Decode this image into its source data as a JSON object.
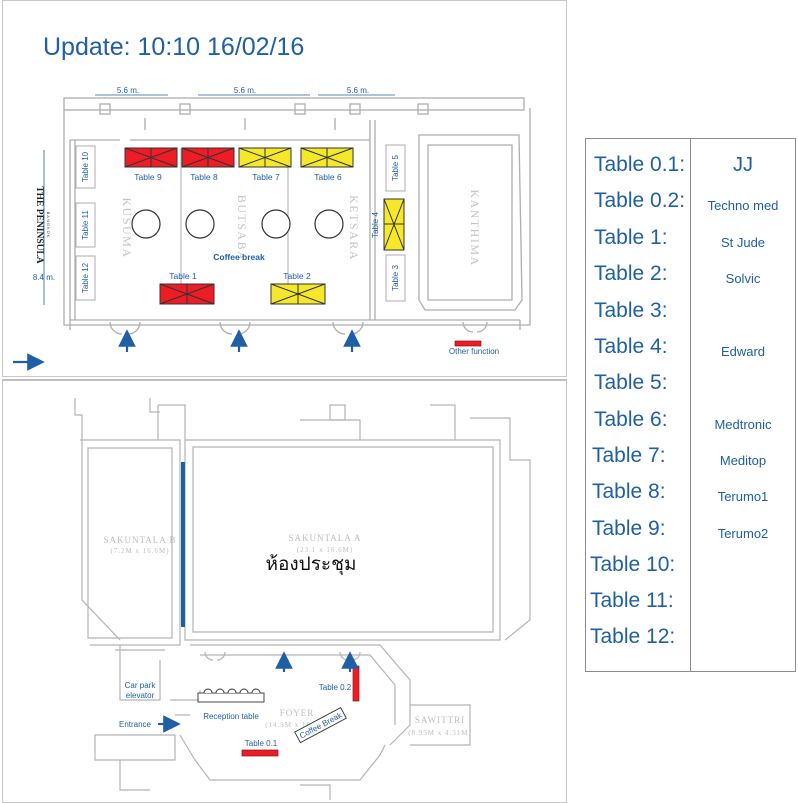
{
  "header": {
    "update": "Update: 10:10 16/02/16"
  },
  "hotel": {
    "name": "THE PENINSULA",
    "city": "BANGKOK"
  },
  "dimensions": {
    "width_a": "5.6 m.",
    "width_b": "5.6 m.",
    "width_c": "5.6 m.",
    "depth": "8.4 m."
  },
  "rooms": {
    "kusuma": "KUSUMA",
    "butsaba": "BUTSABA",
    "ketsara": "KETSARA",
    "kanthima": "KANTHIMA",
    "sakuntala_b": "SAKUNTALA  B",
    "sakuntala_b_size": "(7.2M x 16.6M)",
    "sakuntala_a": "SAKUNTALA  A",
    "sakuntala_a_size": "(23.1 x 16.6M)",
    "meeting_room": "ห้องประชุม",
    "foyer": "FOYER",
    "foyer_size": "(14.9M x 10.5M)",
    "sawittri": "SAWITTRI",
    "sawittri_size": "(8.95M x 4.31M)"
  },
  "tables": {
    "t1": "Table 1",
    "t2": "Table 2",
    "t3": "Table 3",
    "t4": "Table 4",
    "t5": "Table 5",
    "t6": "Table 6",
    "t7": "Table 7",
    "t8": "Table 8",
    "t9": "Table 9",
    "t10": "Table 10",
    "t11": "Table 11",
    "t12": "Table 12",
    "t01": "Table 0.1",
    "t02": "Table 0.2"
  },
  "labels": {
    "coffee_break_top": "Coffee break",
    "coffee_break_bottom": "Coffee Break",
    "other_function": "Other function",
    "car_park": "Car park",
    "elevator": "elevator",
    "entrance": "Entrance",
    "reception": "Reception table"
  },
  "colors": {
    "red": "#ee1c24",
    "yellow": "#f5e82a",
    "blue": "#1f5fa6",
    "wall": "#aeaeae"
  },
  "assignments": [
    {
      "table": "Table 0.1:",
      "company": "JJ"
    },
    {
      "table": "Table 0.2:",
      "company": "Techno med"
    },
    {
      "table": "Table 1:",
      "company": "St Jude"
    },
    {
      "table": "Table 2:",
      "company": "Solvic"
    },
    {
      "table": "Table 3:",
      "company": ""
    },
    {
      "table": "Table 4:",
      "company": "Edward"
    },
    {
      "table": "Table 5:",
      "company": ""
    },
    {
      "table": "Table 6:",
      "company": "Medtronic"
    },
    {
      "table": "Table 7:",
      "company": "Meditop"
    },
    {
      "table": "Table 8:",
      "company": "Terumo1"
    },
    {
      "table": "Table 9:",
      "company": "Terumo2"
    },
    {
      "table": "Table 10:",
      "company": ""
    },
    {
      "table": "Table 11:",
      "company": ""
    },
    {
      "table": "Table 12:",
      "company": ""
    }
  ]
}
